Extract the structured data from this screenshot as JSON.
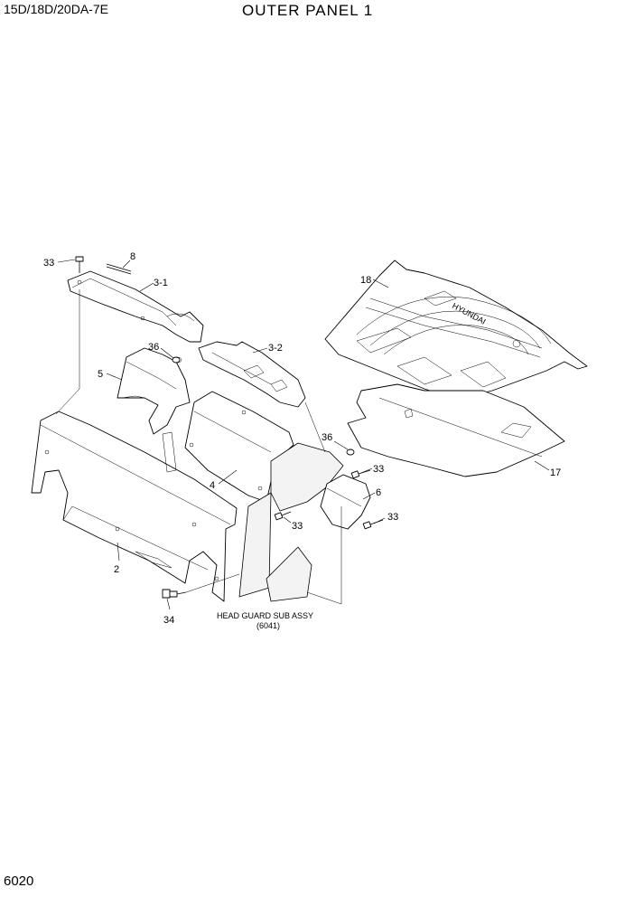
{
  "header": {
    "model": "15D/18D/20DA-7E",
    "title": "OUTER PANEL 1"
  },
  "footer": {
    "page_number": "6020"
  },
  "diagram": {
    "callouts": [
      "33",
      "8",
      "3-1",
      "36",
      "5",
      "3-2",
      "4",
      "2",
      "34",
      "36",
      "33",
      "6",
      "33",
      "33",
      "18",
      "17"
    ],
    "note_line1": "HEAD GUARD SUB ASSY",
    "note_line2": "(6041)",
    "logo_text": "HYUNDAI"
  }
}
